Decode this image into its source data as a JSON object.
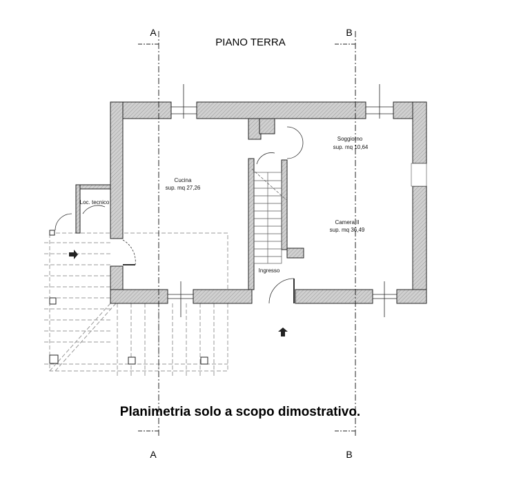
{
  "title": "PIANO TERRA",
  "disclaimer": "Planimetria solo a scopo dimostrativo.",
  "sections": [
    {
      "label_top": "A",
      "label_bottom": "A"
    },
    {
      "label_top": "B",
      "label_bottom": "B"
    }
  ],
  "rooms": [
    {
      "name": "Cucina",
      "area": "sup. mq 27,26"
    },
    {
      "name": "Soggiorno",
      "area": "sup. mq 10,64"
    },
    {
      "name": "Camera II",
      "area": "sup. mq 36,49"
    },
    {
      "name": "Loc. tecnico"
    },
    {
      "name": "Ingresso"
    }
  ],
  "colors": {
    "wall": "#c8c8c8",
    "line": "#222222"
  }
}
